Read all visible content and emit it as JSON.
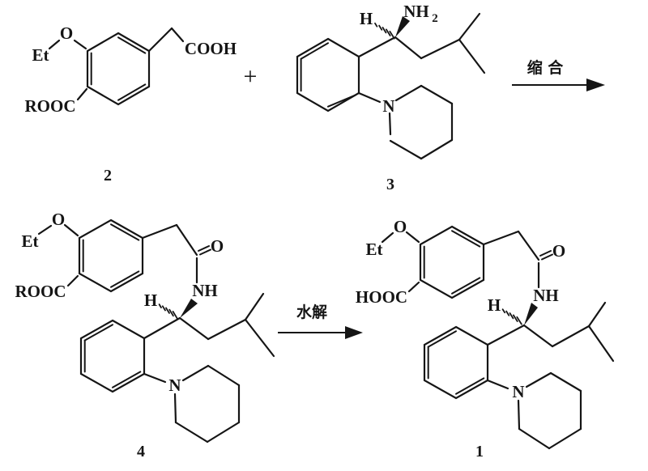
{
  "scheme": {
    "description": "Two-step chemical synthesis scheme: condensation of compound 2 with compound 3 to give amide 4, then hydrolysis to acid 1",
    "colors": {
      "ink": "#151515",
      "background": "#ffffff"
    },
    "plus_sign": "+",
    "arrows": {
      "condensation": "缩 合",
      "hydrolysis": "水解"
    },
    "compounds": {
      "c2": {
        "number": "2",
        "et": "Et",
        "ether_o": "O",
        "ester": "ROOC",
        "acid": "COOH"
      },
      "c3": {
        "number": "3",
        "h": "H",
        "nh": "NH",
        "nh_sub": "2",
        "n": "N"
      },
      "c4": {
        "number": "4",
        "et": "Et",
        "ether_o": "O",
        "ester": "ROOC",
        "carbonyl_o": "O",
        "nh": "NH",
        "h": "H",
        "n": "N"
      },
      "c1": {
        "number": "1",
        "et": "Et",
        "ether_o": "O",
        "acid": "HOOC",
        "carbonyl_o": "O",
        "nh": "NH",
        "h": "H",
        "n": "N"
      }
    }
  }
}
